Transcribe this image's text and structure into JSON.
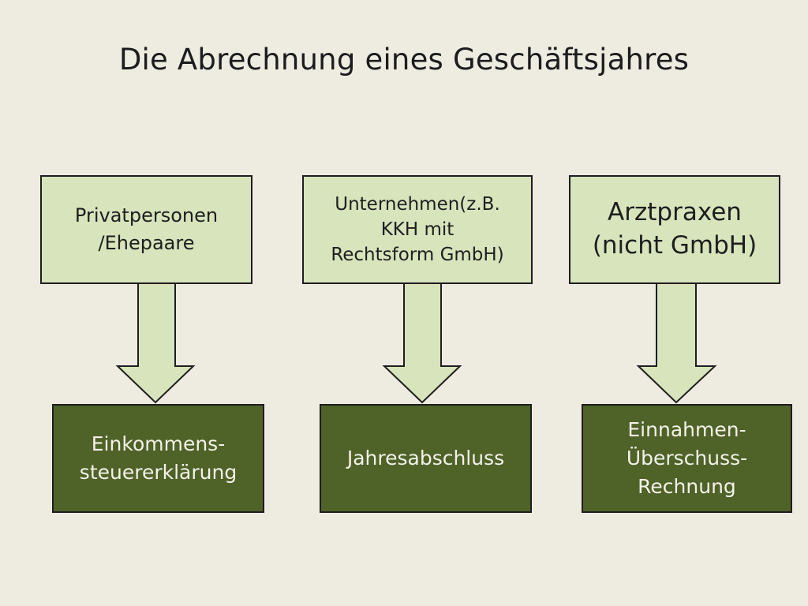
{
  "slide": {
    "title": "Die Abrechnung eines Geschäftsjahres"
  },
  "colors": {
    "background": "#eeebe1",
    "top_box_fill": "#d7e4bc",
    "bottom_box_fill": "#4f6228",
    "border": "#1e1e1e",
    "bottom_text": "#f2f2e8"
  },
  "columns": [
    {
      "top_label": "Privatpersonen\n/Ehepaare",
      "bottom_label": "Einkommens-\nsteuererklärung"
    },
    {
      "top_label": "Unternehmen(z.B.\nKKH mit\nRechtsform GmbH)",
      "bottom_label": "Jahresabschluss"
    },
    {
      "top_label": "Arztpraxen\n(nicht GmbH)",
      "bottom_label": "Einnahmen-\nÜberschuss-\nRechnung"
    }
  ]
}
